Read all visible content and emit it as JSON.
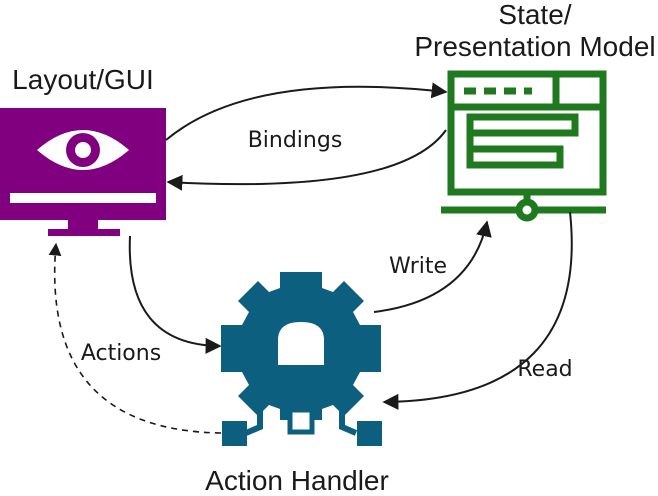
{
  "nodes": {
    "layout_gui": {
      "title": "Layout/GUI",
      "color": "#800080",
      "icon": "monitor-eye-icon"
    },
    "state_model": {
      "title_line1": "State/",
      "title_line2": "Presentation Model",
      "color": "#1f7a1f",
      "icon": "presentation-board-icon"
    },
    "action_handler": {
      "title": "Action Handler",
      "color": "#0d5f7f",
      "icon": "gear-circuit-icon"
    }
  },
  "edges": {
    "bindings": {
      "label": "Bindings"
    },
    "write": {
      "label": "Write"
    },
    "read": {
      "label": "Read"
    },
    "actions": {
      "label": "Actions"
    }
  }
}
